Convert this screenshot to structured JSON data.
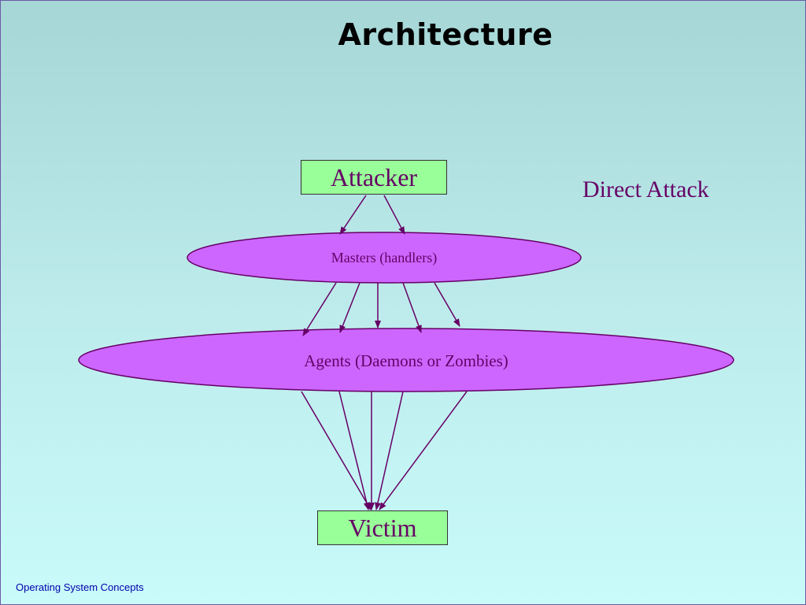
{
  "slide": {
    "title": "Architecture",
    "footer": "Operating System Concepts"
  },
  "diagram": {
    "attacker_label": "Attacker",
    "masters_label": "Masters (handlers)",
    "agents_label": "Agents (Daemons or Zombies)",
    "victim_label": "Victim",
    "annotation": "Direct Attack"
  },
  "colors": {
    "node_box_fill": "#99ff99",
    "ellipse_fill": "#cc66ff",
    "text_purple": "#660066",
    "arrow": "#660066",
    "footer_text": "#0000aa"
  }
}
